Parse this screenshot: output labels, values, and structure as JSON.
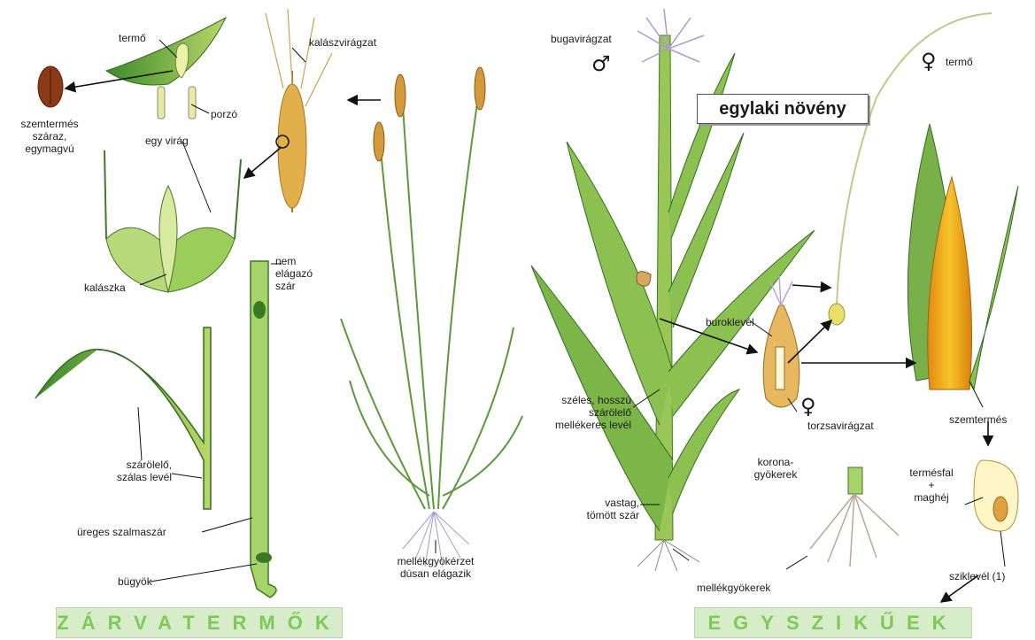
{
  "left": {
    "termo": "termő",
    "kalaszviragzat": "kalászvirágzat",
    "porzo": "porzó",
    "szemtermes": [
      "szemtermés",
      "száraz,",
      "egymagvú"
    ],
    "egy_virag": "egy virág",
    "kalaszka": "kalászka",
    "nem_elagazo": [
      "nem",
      "elágazó",
      "szár"
    ],
    "szarolelo": [
      "szárölelő,",
      "szálas levél"
    ],
    "ureges": "üreges szalmaszár",
    "bugyok": "bügyök",
    "mellekgyokerzet": [
      "mellékgyökérzet",
      "dúsan elágazik"
    ],
    "banner": "ZÁRVATERMŐK"
  },
  "right": {
    "bugaviragzat": "bugavirágzat",
    "male_symbol": "♂",
    "female_symbol": "♀",
    "termo": "termő",
    "egylaki": "egylaki növény",
    "buroklevel": "buroklevél",
    "szeles": [
      "széles, hosszú",
      "szárölelő",
      "mellékeres levél"
    ],
    "torzsaviragzat": "torzsavirágzat",
    "korona": [
      "korona-",
      "gyökerek"
    ],
    "szemtermes": "szemtermés",
    "termesfal": [
      "termésfal",
      "+",
      "maghéj"
    ],
    "vastag": [
      "vastag,",
      "tömött szár"
    ],
    "sziklevel": "sziklevél (1)",
    "mellekgyokerek": "mellékgyökerek",
    "banner": "EGYSZIKŰEK"
  }
}
